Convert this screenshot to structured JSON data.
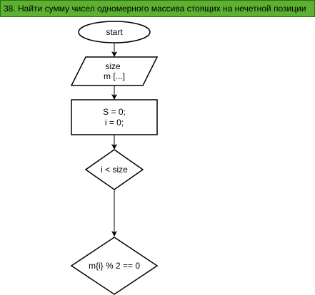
{
  "header": {
    "title": "38. Найти сумму чисел одномерного массива стоящих на нечетной позиции"
  },
  "flowchart": {
    "start_label": "start",
    "input_line1": "size",
    "input_line2": "m [...]",
    "init_line1": "S = 0;",
    "init_line2": "i = 0;",
    "cond1_label": "i < size",
    "cond2_label": "m{i}  % 2 == 0"
  },
  "colors": {
    "header_bg": "#5cb230",
    "header_border": "#2d6e12",
    "stroke": "#000000"
  }
}
